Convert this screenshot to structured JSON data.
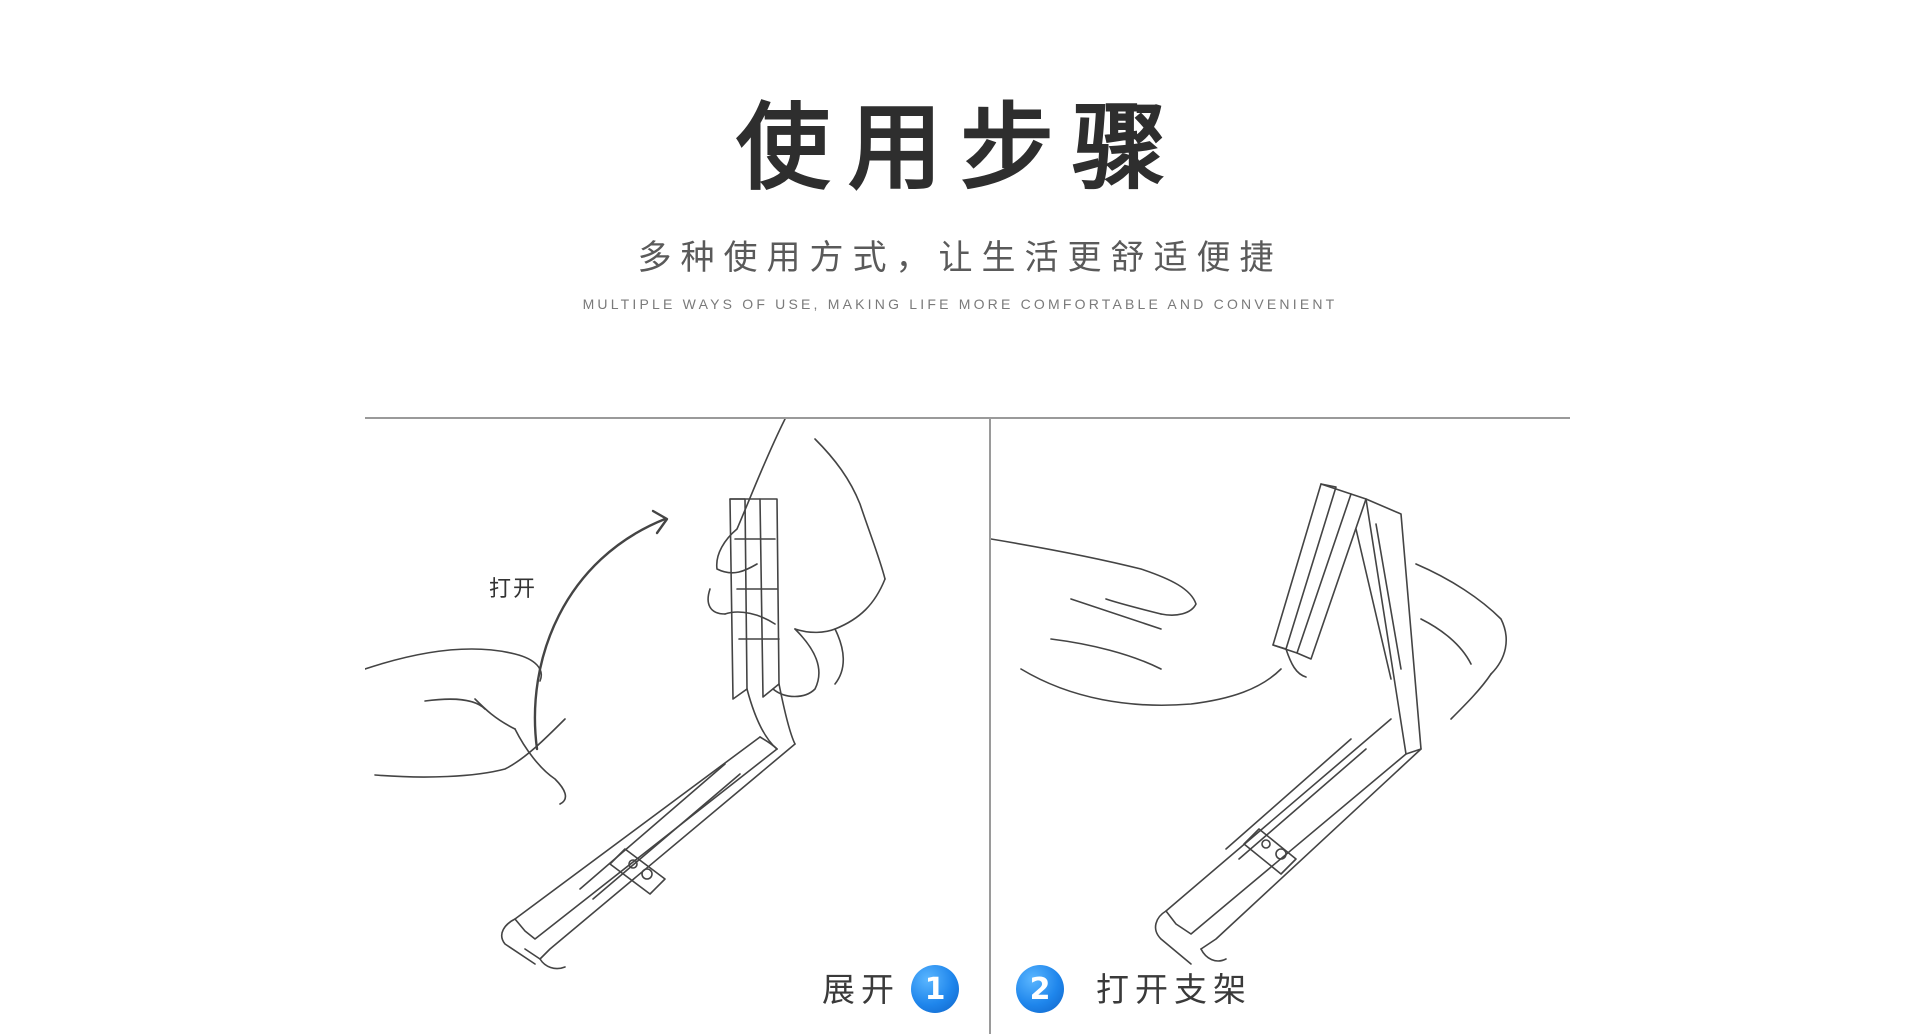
{
  "header": {
    "title": "使用步骤",
    "subtitle": "多种使用方式，让生活更舒适便捷",
    "subtitle_en": "MULTIPLE WAYS OF USE, MAKING LIFE MORE COMFORTABLE AND CONVENIENT"
  },
  "steps": [
    {
      "number": "1",
      "label": "展开",
      "annotation": "打开"
    },
    {
      "number": "2",
      "label": "打开支架"
    }
  ],
  "colors": {
    "badge": "#1f86ec",
    "text": "#333333",
    "rule": "#9a9a9a"
  },
  "icons": [
    "stand-folding-illustration",
    "stand-opening-illustration",
    "curved-arrow-icon"
  ]
}
